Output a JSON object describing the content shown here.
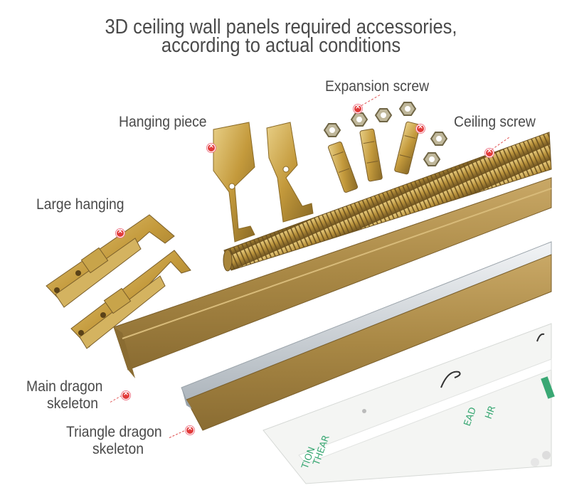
{
  "title": {
    "line1": "3D ceiling wall panels required accessories,",
    "line2": "according to actual conditions"
  },
  "labels": {
    "expansion_screw": "Expansion screw",
    "hanging_piece": "Hanging piece",
    "ceiling_screw": "Ceiling screw",
    "large_hanging": "Large hanging",
    "main_dragon_line1": "Main dragon",
    "main_dragon_line2": "skeleton",
    "triangle_dragon_line1": "Triangle dragon",
    "triangle_dragon_line2": "skeleton"
  },
  "colors": {
    "brass": "#c8a44a",
    "gold_rail": "#b08a45",
    "marker": "#e23a3a",
    "text": "#4a4a4a"
  }
}
